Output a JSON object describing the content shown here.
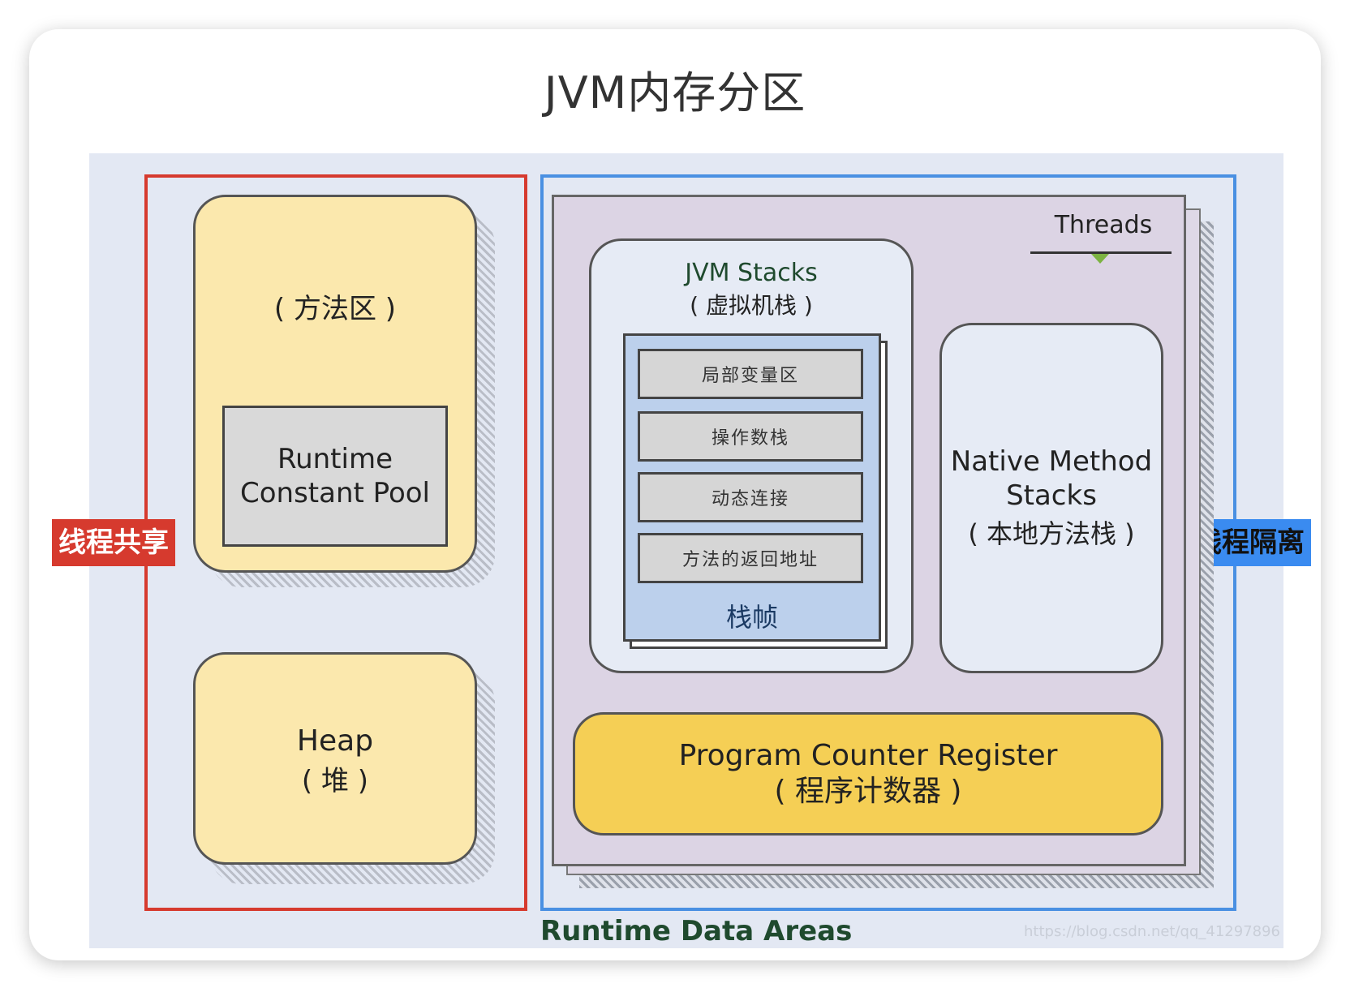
{
  "title": "JVM内存分区",
  "labels": {
    "shared": "线程共享",
    "isolated": "线程隔离",
    "runtime_data_areas": "Runtime Data Areas",
    "threads": "Threads"
  },
  "method_area": {
    "name": "( 方法区 )",
    "pool_line1": "Runtime",
    "pool_line2": "Constant Pool"
  },
  "heap": {
    "line1": "Heap",
    "line2": "( 堆 )"
  },
  "jvm_stacks": {
    "line1": "JVM Stacks",
    "line2": "( 虚拟机栈 )",
    "frame_label": "栈帧",
    "slots": [
      "局部变量区",
      "操作数栈",
      "动态连接",
      "方法的返回地址"
    ]
  },
  "native_stacks": {
    "line1": "Native Method",
    "line2": "Stacks",
    "line3": "( 本地方法栈 )"
  },
  "pc_register": {
    "line1": "Program Counter Register",
    "line2": "( 程序计数器 )"
  },
  "watermark": "https://blog.csdn.net/qq_41297896",
  "colors": {
    "shared_red": "#d63a2e",
    "isolated_blue": "#4a90e2",
    "method_heap_fill": "#fbe8ad",
    "pc_fill": "#f5cf55",
    "stack_frame_fill": "#bcd0ec"
  }
}
